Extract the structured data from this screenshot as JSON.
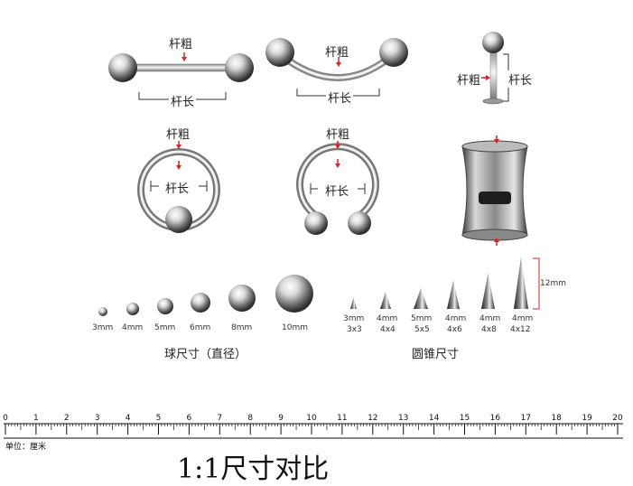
{
  "labels": {
    "rod_thickness": "杆粗",
    "rod_length": "杆长"
  },
  "ball_section": {
    "caption": "球尺寸（直径）",
    "sizes": [
      "3mm",
      "4mm",
      "5mm",
      "6mm",
      "8mm",
      "10mm"
    ]
  },
  "cone_section": {
    "caption": "圆锥尺寸",
    "height_marker": "12mm",
    "items": [
      {
        "size": "3mm",
        "dims": "3x3"
      },
      {
        "size": "4mm",
        "dims": "4x4"
      },
      {
        "size": "5mm",
        "dims": "5x5"
      },
      {
        "size": "4mm",
        "dims": "4x6"
      },
      {
        "size": "4mm",
        "dims": "4x8"
      },
      {
        "size": "4mm",
        "dims": "4x12"
      }
    ]
  },
  "ruler": {
    "numbers": [
      "0",
      "1",
      "2",
      "3",
      "4",
      "5",
      "6",
      "7",
      "8",
      "9",
      "10",
      "11",
      "12",
      "13",
      "14",
      "15",
      "16",
      "17",
      "18",
      "19",
      "20"
    ],
    "unit_label": "单位：厘米"
  },
  "footer": {
    "scale_note": "1:1尺寸对比"
  },
  "colors": {
    "marker": "#e02020",
    "metal_dark": "#555555",
    "metal_light": "#f2f2f2"
  }
}
